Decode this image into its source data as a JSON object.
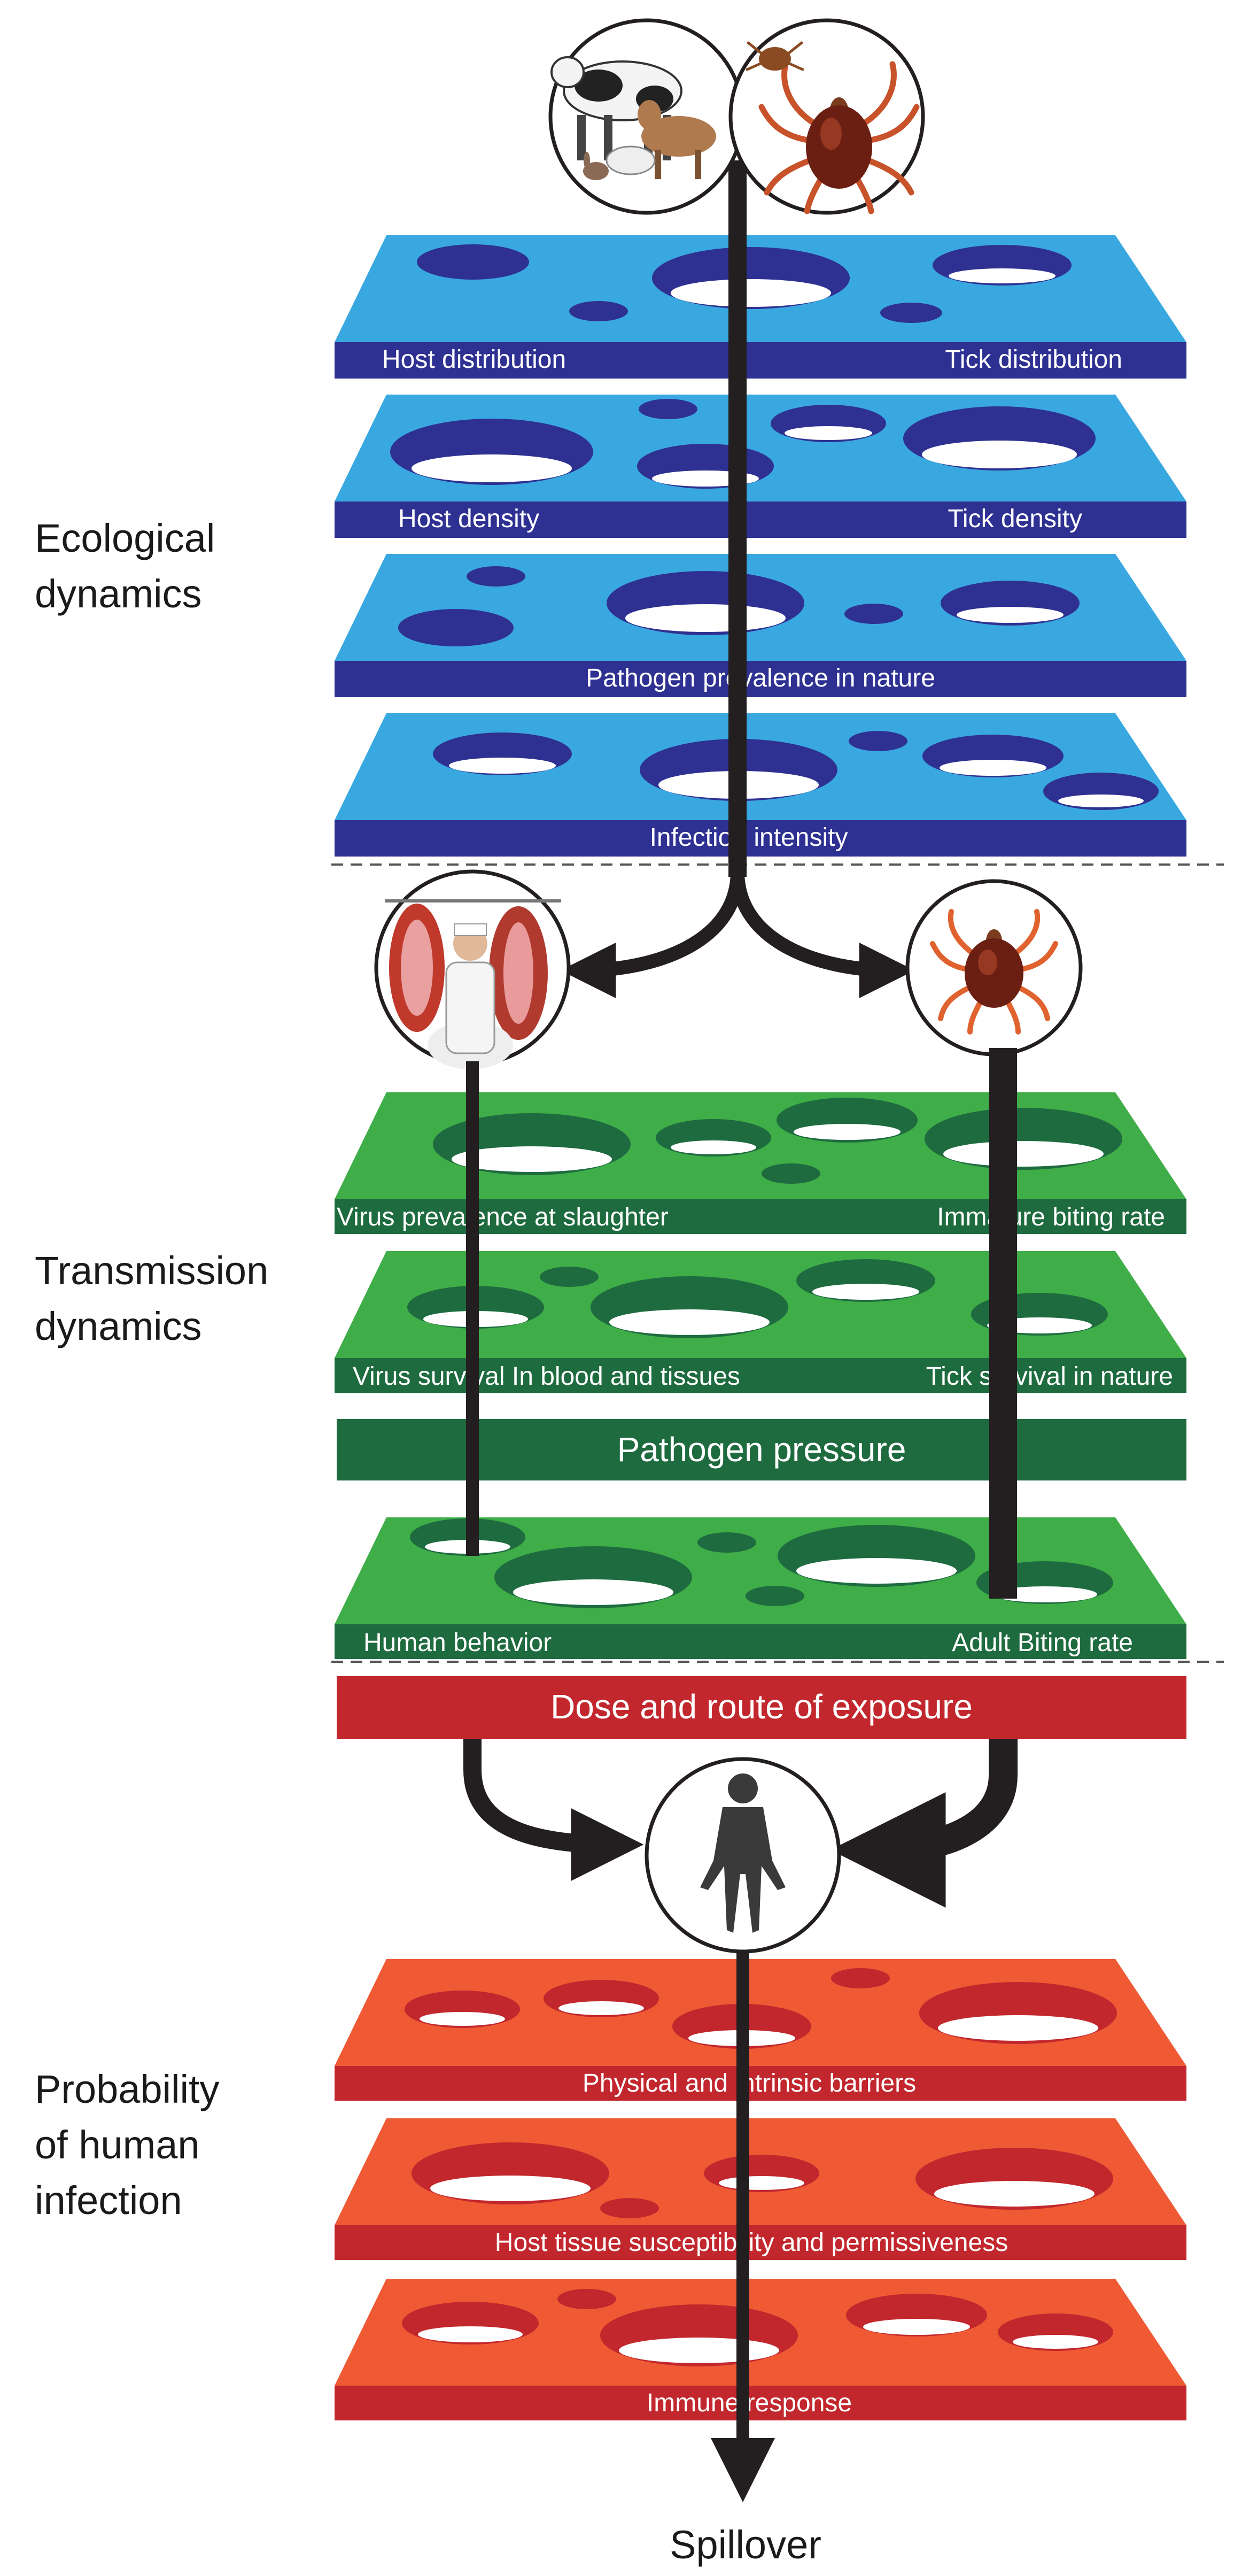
{
  "sections": {
    "ecological": [
      "Ecological",
      "dynamics"
    ],
    "transmission": [
      "Transmission",
      "dynamics"
    ],
    "probability": [
      "Probability",
      "of human",
      "infection"
    ]
  },
  "plates": {
    "host_tick_distribution": {
      "left": "Host distribution",
      "right": "Tick distribution"
    },
    "host_tick_density": {
      "left": "Host density",
      "right": "Tick density"
    },
    "pathogen_prevalence": {
      "center": "Pathogen prevalence in nature"
    },
    "infection_intensity": {
      "center": "Infection intensity"
    },
    "slaughter_biting": {
      "left": "Virus prevalence at slaughter",
      "right": "Immature biting rate"
    },
    "virus_tick_survival": {
      "left": "Virus survival In blood and tissues",
      "right": "Tick survival in nature"
    },
    "human_adult_biting": {
      "left": "Human behavior",
      "right": "Adult Biting rate"
    },
    "physical_barriers": {
      "center": "Physical and intrinsic barriers"
    },
    "host_susceptibility": {
      "center": "Host tissue susceptibility and permissiveness"
    },
    "immune_response": {
      "center": "Immune response"
    }
  },
  "bars": {
    "pathogen_pressure": "Pathogen pressure",
    "dose_route": "Dose and route of exposure"
  },
  "final": "Spillover",
  "illustrations": [
    "livestock-hosts-icon",
    "tick-icon",
    "slaughterhouse-worker-icon",
    "tick-icon",
    "human-figure-icon"
  ],
  "colors": {
    "ecological_plate": "#3aa8e0",
    "ecological_edge": "#2e3192",
    "transmission_plate": "#3fad48",
    "transmission_edge": "#1e6b3f",
    "probability_plate": "#ef5a34",
    "probability_edge": "#c1272d",
    "pathway": "#231f20"
  }
}
